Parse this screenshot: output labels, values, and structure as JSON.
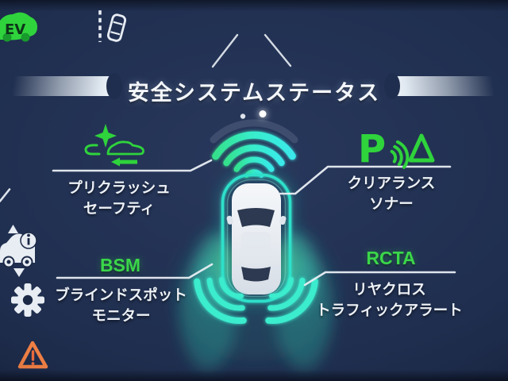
{
  "header": {
    "title": "安全システムステータス"
  },
  "badges": {
    "ev_label": "EV"
  },
  "status_icons": [
    {
      "name": "ev-mode",
      "icon": "ev-car-icon"
    },
    {
      "name": "lane-departure-alert",
      "icon": "lane-departure-icon"
    }
  ],
  "features": {
    "pre_collision": {
      "line1": "プリクラッシュ",
      "line2": "セーフティ",
      "icon": "pre-collision-icon"
    },
    "clearance_sonar": {
      "icon_letter": "P",
      "line1": "クリアランス",
      "line2": "ソナー",
      "icon": "parking-sonar-icon"
    },
    "bsm": {
      "abbr": "BSM",
      "line1": "ブラインドスポット",
      "line2": "モニター"
    },
    "rcta": {
      "abbr": "RCTA",
      "line1": "リヤクロス",
      "line2": "トラフィックアラート"
    }
  },
  "sidebar": {
    "items": [
      {
        "name": "vehicle-info",
        "icon": "car-info-icon"
      },
      {
        "name": "settings",
        "icon": "gear-icon"
      },
      {
        "name": "warning",
        "icon": "warning-triangle-icon"
      }
    ]
  },
  "colors": {
    "active_green": "#3bd64a",
    "sonar_cyan": "#3aeccd",
    "warning_orange": "#ef7f44",
    "background_navy": "#1f2e4e",
    "label_white": "#eef2f7"
  }
}
